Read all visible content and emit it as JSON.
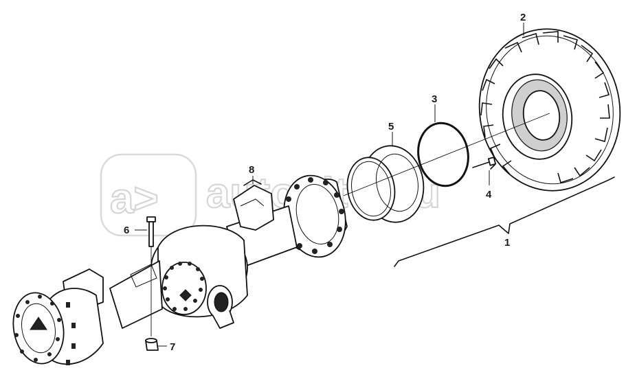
{
  "watermark": {
    "text": "autopiter.ru"
  },
  "callouts": [
    {
      "id": "label-1",
      "text": "1"
    },
    {
      "id": "label-2",
      "text": "2"
    },
    {
      "id": "label-3",
      "text": "3"
    },
    {
      "id": "label-4",
      "text": "4"
    },
    {
      "id": "label-5",
      "text": "5"
    },
    {
      "id": "label-6",
      "text": "6"
    },
    {
      "id": "label-7",
      "text": "7"
    },
    {
      "id": "label-8",
      "text": "8"
    }
  ]
}
